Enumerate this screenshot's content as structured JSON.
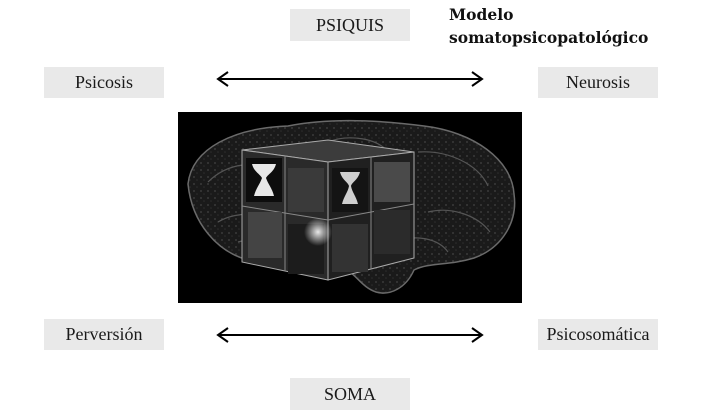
{
  "diagram": {
    "top_label": "PSIQUIS",
    "bottom_label": "SOMA",
    "left_top_label": "Psicosis",
    "right_top_label": "Neurosis",
    "left_bottom_label": "Perversión",
    "right_bottom_label": "Psicosomática",
    "title_line1": "Modelo",
    "title_line2": "somatopsicopatológico"
  }
}
